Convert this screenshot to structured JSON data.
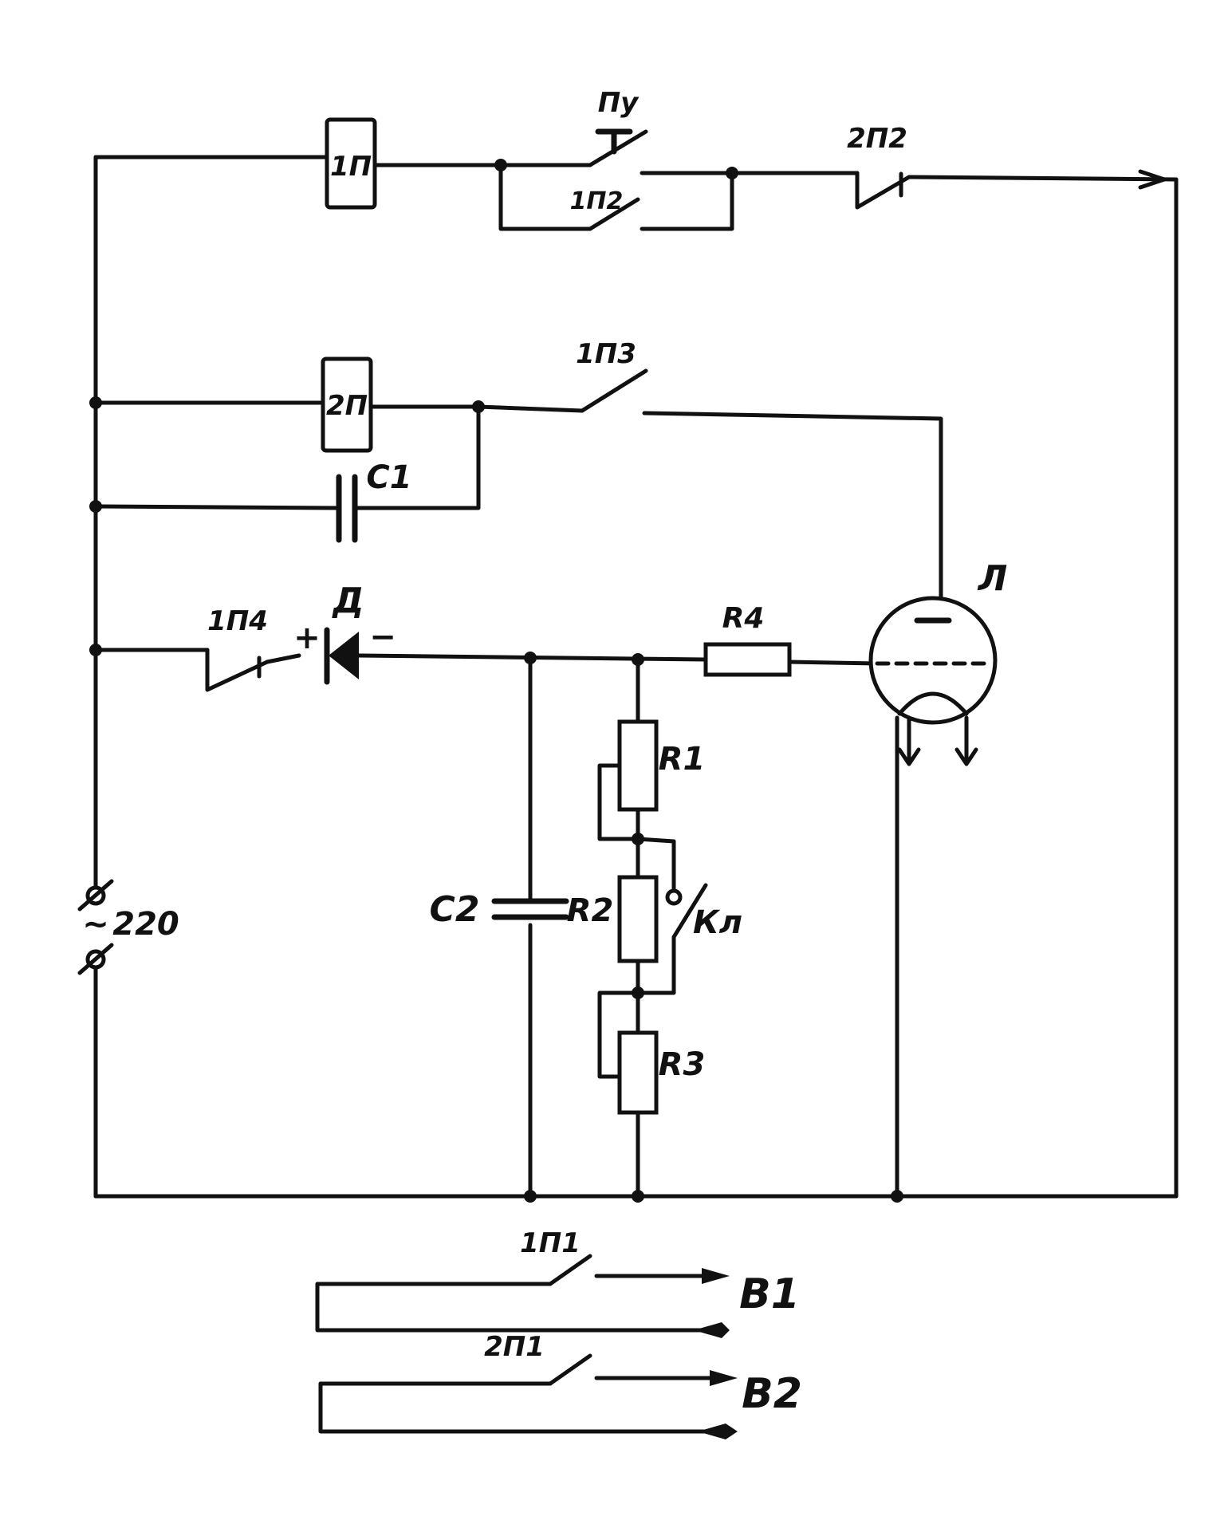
{
  "labels": {
    "relay_1p": "1П",
    "button_pu": "Пу",
    "contact_1p2": "1П2",
    "contact_2p2": "2П2",
    "relay_2p": "2П",
    "contact_1p3": "1П3",
    "cap_c1": "C1",
    "contact_1p4": "1П4",
    "diode_d": "Д",
    "diode_plus": "+",
    "diode_minus": "−",
    "res_r4": "R4",
    "tube_l": "Л",
    "res_r1": "R1",
    "res_r2": "R2",
    "res_r3": "R3",
    "key_kl": "Кл",
    "cap_c2": "C2",
    "supply_tilde": "~",
    "supply_220": "220",
    "contact_1p1": "1П1",
    "output_b1": "В1",
    "contact_2p1": "2П1",
    "output_b2": "В2"
  },
  "colors": {
    "ink": "#111111",
    "paper": "#ffffff"
  }
}
